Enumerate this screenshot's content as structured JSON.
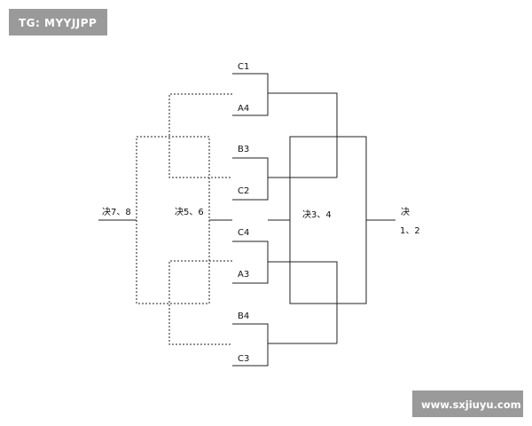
{
  "watermark_top_left": "TG: MYYJJPP",
  "watermark_bottom_right": "www.sxjiuyu.com",
  "teams": [
    "C1",
    "A4",
    "B3",
    "C2",
    "C4",
    "A3",
    "B4",
    "C3"
  ],
  "labels": {
    "final_78": "决7、8",
    "final_56": "决5、6",
    "final_34": "决3、4",
    "final_12_a": "决",
    "final_12_b": "1、2"
  },
  "colors": {
    "line": "#222222",
    "watermark_bg": "#9a9a9a",
    "watermark_text": "#ffffff"
  }
}
